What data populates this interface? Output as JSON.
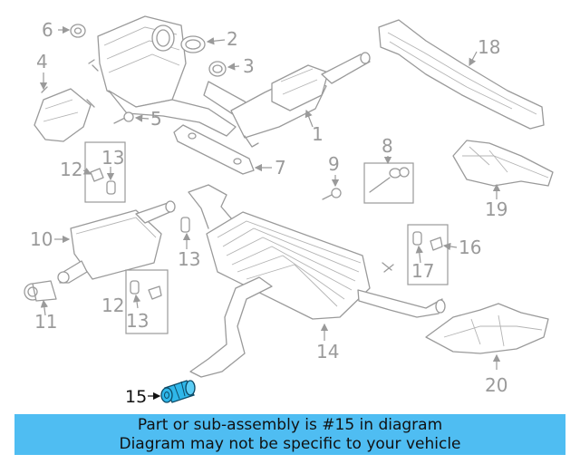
{
  "callouts": {
    "n1": "1",
    "n2": "2",
    "n3": "3",
    "n4": "4",
    "n5": "5",
    "n6": "6",
    "n7": "7",
    "n8": "8",
    "n9": "9",
    "n10": "10",
    "n11": "11",
    "n12a": "12",
    "n12b": "12",
    "n13a": "13",
    "n13b": "13",
    "n13c": "13",
    "n14": "14",
    "n15": "15",
    "n16": "16",
    "n17": "17",
    "n18": "18",
    "n19": "19",
    "n20": "20"
  },
  "highlight_color": "#2fb7ea",
  "banner": {
    "line1": "Part or sub-assembly is #15 in diagram",
    "line2": "Diagram may not be specific to your vehicle",
    "color": "#4fbdf2"
  }
}
